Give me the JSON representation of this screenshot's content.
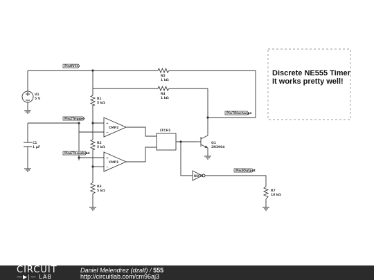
{
  "nets": {
    "vcc": "Pin8VCC",
    "trigger": "Pin2Trigger",
    "threshold": "Pin6Threshold",
    "discharge": "Pin7Discharge",
    "output": "Pin3Output"
  },
  "components": {
    "v1": {
      "name": "V1",
      "value": "5 V"
    },
    "c1": {
      "name": "C1",
      "value": "1 µF"
    },
    "r1": {
      "name": "R1",
      "value": "5 kΩ"
    },
    "r2": {
      "name": "R2",
      "value": "5 kΩ"
    },
    "r3": {
      "name": "R3",
      "value": "5 kΩ"
    },
    "r4": {
      "name": "R4",
      "value": "1 kΩ"
    },
    "r5": {
      "name": "R5",
      "value": "1 kΩ"
    },
    "r7": {
      "name": "R7",
      "value": "10 kΩ"
    },
    "q1": {
      "name": "Q1",
      "value": "2N3904"
    },
    "cmp1": {
      "name": "CMP1"
    },
    "cmp2": {
      "name": "CMP2"
    },
    "ltch1": {
      "name": "LTCH1"
    },
    "not1": {
      "name": "NOT1"
    }
  },
  "note": {
    "line1": "Discrete NE555 Timer",
    "line2": "It works pretty well!"
  },
  "footer": {
    "logo_top": "CIRCUIT",
    "logo_bottom": "LAB",
    "author": "Daniel Melendrez (dzalf)",
    "separator": " / ",
    "title": "555",
    "url": "http://circuitlab.com/cm96aj3"
  }
}
